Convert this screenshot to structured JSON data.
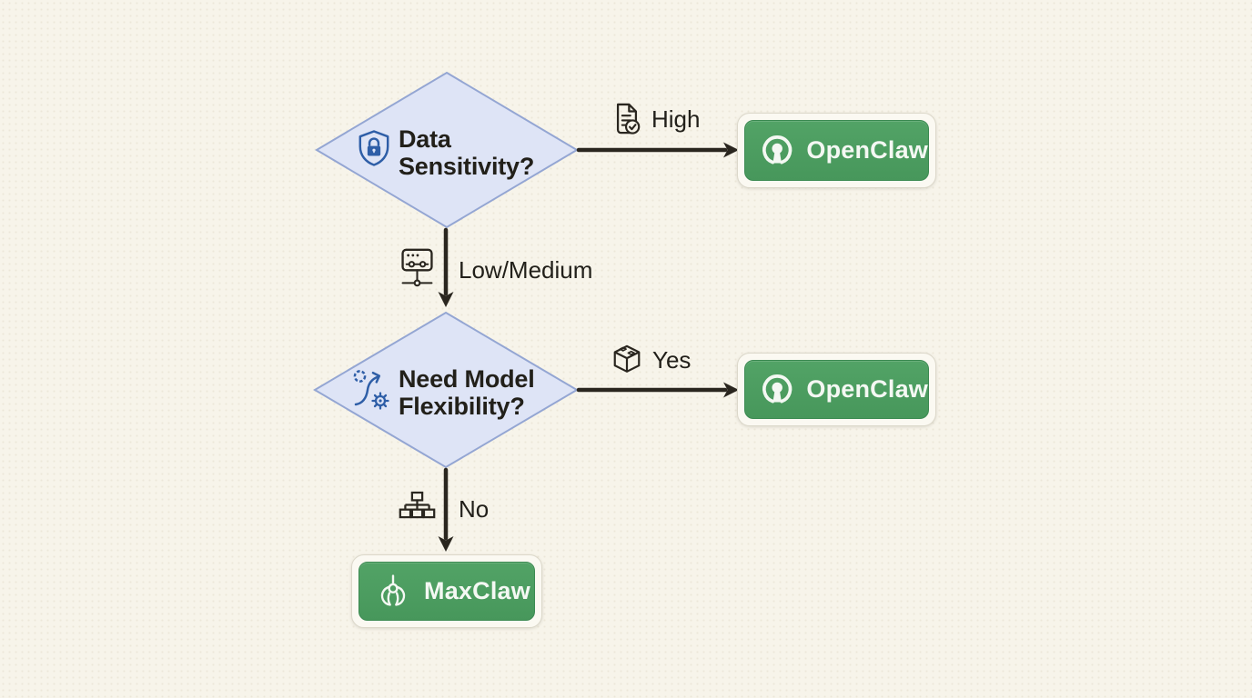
{
  "colors": {
    "background": "#f7f4ea",
    "diamond_fill": "#dee4f6",
    "diamond_border": "#94a6d3",
    "line": "#2a261f",
    "text_dark": "#22201a",
    "green": "#4c9d61",
    "card_bg": "#fbf9f2",
    "blue_icon": "#2e5ea7",
    "button_text": "#f4f8f3"
  },
  "flowchart": {
    "decisions": [
      {
        "label": "Data Sensitivity?",
        "icon": "shield-lock-icon"
      },
      {
        "label": "Need Model Flexibility?",
        "icon": "flexibility-gear-icon"
      }
    ],
    "edges": [
      {
        "label": "High",
        "icon": "document-check-icon"
      },
      {
        "label": "Low/Medium",
        "icon": "server-network-icon"
      },
      {
        "label": "Yes",
        "icon": "cube-bricks-icon"
      },
      {
        "label": "No",
        "icon": "org-chart-icon"
      }
    ],
    "results": [
      {
        "label": "OpenClaw",
        "icon": "openclaw-logo-icon"
      },
      {
        "label": "OpenClaw",
        "icon": "openclaw-logo-icon"
      },
      {
        "label": "MaxClaw",
        "icon": "claw-icon"
      }
    ]
  }
}
